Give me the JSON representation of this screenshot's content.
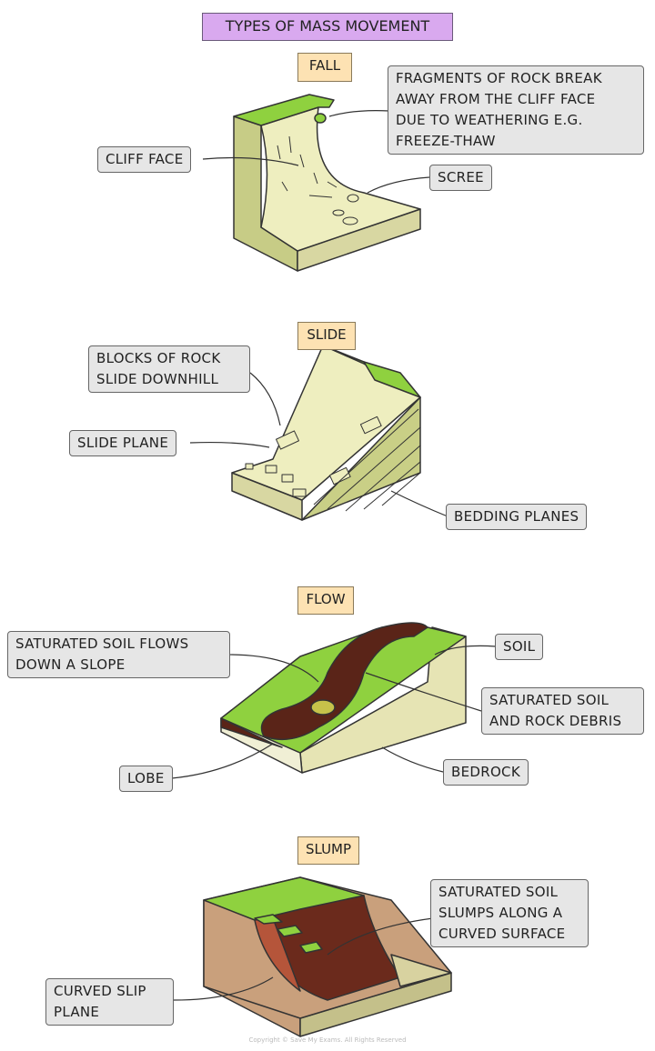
{
  "title": "TYPES OF MASS MOVEMENT",
  "sections": {
    "fall": {
      "heading": "FALL",
      "labels": {
        "fragments": [
          "FRAGMENTS OF ROCK BREAK",
          "AWAY FROM THE CLIFF FACE",
          "DUE TO WEATHERING E.G.",
          "FREEZE-THAW"
        ],
        "cliff_face": "CLIFF FACE",
        "scree": "SCREE"
      }
    },
    "slide": {
      "heading": "SLIDE",
      "labels": {
        "blocks": [
          "BLOCKS OF ROCK",
          "SLIDE DOWNHILL"
        ],
        "slide_plane": "SLIDE PLANE",
        "bedding_planes": "BEDDING PLANES"
      }
    },
    "flow": {
      "heading": "FLOW",
      "labels": {
        "saturated_flows": [
          "SATURATED SOIL FLOWS",
          "DOWN A SLOPE"
        ],
        "soil": "SOIL",
        "debris": [
          "SATURATED SOIL",
          "AND ROCK DEBRIS"
        ],
        "lobe": "LOBE",
        "bedrock": "BEDROCK"
      }
    },
    "slump": {
      "heading": "SLUMP",
      "labels": {
        "slumps": [
          "SATURATED SOIL",
          "SLUMPS ALONG A",
          "CURVED SURFACE"
        ],
        "slip_plane": [
          "CURVED SLIP",
          "PLANE"
        ]
      }
    }
  },
  "copyright": "Copyright © Save My Exams. All Rights Reserved",
  "colors": {
    "grass": "#8fd13f",
    "rock": "#eeeebf",
    "side": "#c9cf86",
    "soil": "#5a2418",
    "slump_side": "#c9a07c"
  }
}
